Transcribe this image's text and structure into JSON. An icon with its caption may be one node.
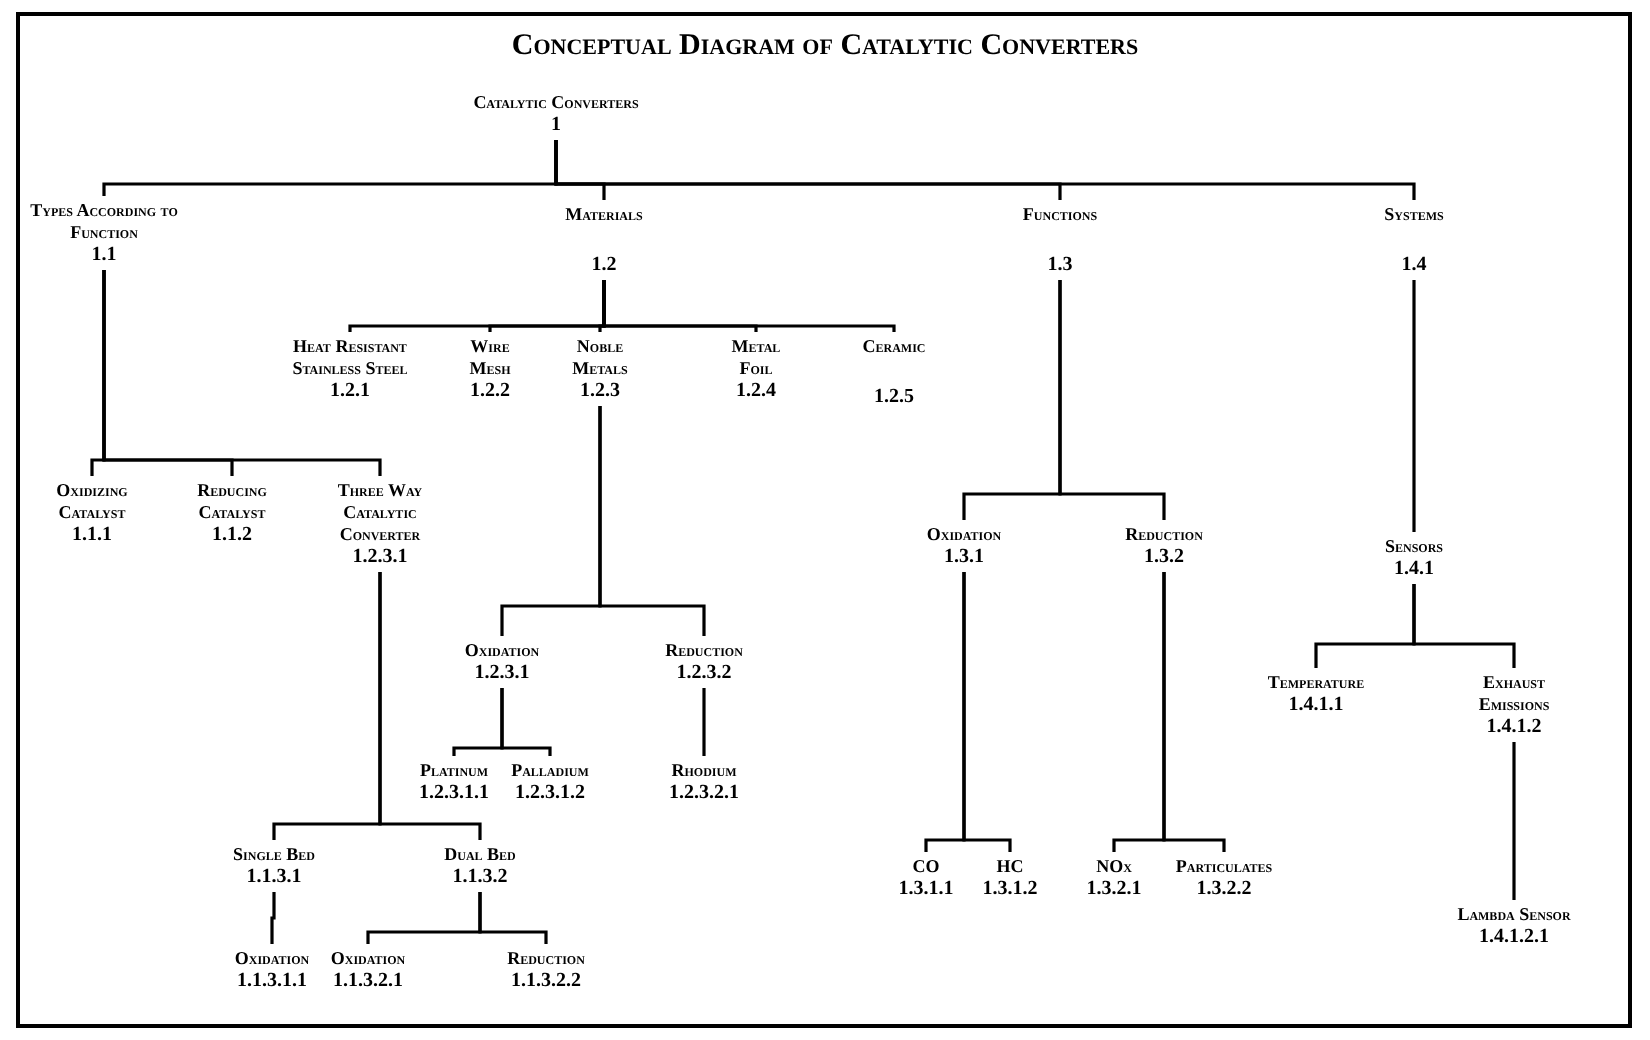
{
  "diagram": {
    "title": "Conceptual Diagram of Catalytic Converters",
    "nodes": [
      {
        "text": [
          "Catalytic Converters",
          "1"
        ]
      },
      {
        "text": [
          "Types According to Function",
          "1.1"
        ]
      },
      {
        "text": [
          "Materials",
          "1.2"
        ]
      },
      {
        "text": [
          "Functions",
          "1.3"
        ]
      },
      {
        "text": [
          "Systems",
          "1.4"
        ]
      },
      {
        "text": [
          "Heat Resistant Stainless Steel",
          "1.2.1"
        ]
      },
      {
        "text": [
          "Wire Mesh",
          "1.2.2"
        ]
      },
      {
        "text": [
          "Noble Metals",
          "1.2.3"
        ]
      },
      {
        "text": [
          "Metal Foil",
          "1.2.4"
        ]
      },
      {
        "text": [
          "Ceramic",
          "1.2.5"
        ]
      },
      {
        "text": [
          "Oxidizing Catalyst",
          "1.1.1"
        ]
      },
      {
        "text": [
          "Reducing Catalyst",
          "1.1.2"
        ]
      },
      {
        "text": [
          "Three Way Catalytic Converter",
          "1.2.3.1"
        ]
      },
      {
        "text": [
          "Oxidation",
          "1.2.3.1"
        ]
      },
      {
        "text": [
          "Reduction",
          "1.2.3.2"
        ]
      },
      {
        "text": [
          "Oxidation",
          "1.3.1"
        ]
      },
      {
        "text": [
          "Reduction",
          "1.3.2"
        ]
      },
      {
        "text": [
          "Sensors",
          "1.4.1"
        ]
      },
      {
        "text": [
          "Temperature",
          "1.4.1.1"
        ]
      },
      {
        "text": [
          "Exhaust Emissions",
          "1.4.1.2"
        ]
      },
      {
        "text": [
          "Platinum",
          "1.2.3.1.1"
        ]
      },
      {
        "text": [
          "Palladium",
          "1.2.3.1.2"
        ]
      },
      {
        "text": [
          "Rhodium",
          "1.2.3.2.1"
        ]
      },
      {
        "text": [
          "Single Bed",
          "1.1.3.1"
        ]
      },
      {
        "text": [
          "Dual Bed",
          "1.1.3.2"
        ]
      },
      {
        "text": [
          "CO",
          "1.3.1.1"
        ]
      },
      {
        "text": [
          "HC",
          "1.3.1.2"
        ]
      },
      {
        "text": [
          "NOx",
          "1.3.2.1"
        ]
      },
      {
        "text": [
          "Particulates",
          "1.3.2.2"
        ]
      },
      {
        "text": [
          "Lambda Sensor",
          "1.4.1.2.1"
        ]
      },
      {
        "text": [
          "Oxidation",
          "1.1.3.1.1"
        ]
      },
      {
        "text": [
          "Oxidation",
          "1.1.3.2.1"
        ]
      },
      {
        "text": [
          "Reduction",
          "1.1.3.2.2"
        ]
      }
    ],
    "edges": [
      {
        "from": 0,
        "to": 1,
        "arrow": "none"
      },
      {
        "from": 0,
        "to": 2,
        "arrow": "none"
      },
      {
        "from": 0,
        "to": 3,
        "arrow": "none"
      },
      {
        "from": 0,
        "to": 4,
        "arrow": "none"
      },
      {
        "from": 2,
        "to": 5,
        "arrow": "none"
      },
      {
        "from": 2,
        "to": 6,
        "arrow": "none"
      },
      {
        "from": 2,
        "to": 7,
        "arrow": "none"
      },
      {
        "from": 2,
        "to": 8,
        "arrow": "none"
      },
      {
        "from": 2,
        "to": 9,
        "arrow": "none"
      },
      {
        "from": 1,
        "to": 10,
        "arrow": "none"
      },
      {
        "from": 1,
        "to": 11,
        "arrow": "none"
      },
      {
        "from": 1,
        "to": 12,
        "arrow": "none"
      },
      {
        "from": 7,
        "to": 13,
        "arrow": "none"
      },
      {
        "from": 7,
        "to": 14,
        "arrow": "none"
      },
      {
        "from": 3,
        "to": 15,
        "arrow": "none"
      },
      {
        "from": 3,
        "to": 16,
        "arrow": "none"
      },
      {
        "from": 4,
        "to": 17,
        "arrow": "none"
      },
      {
        "from": 17,
        "to": 18,
        "arrow": "none"
      },
      {
        "from": 17,
        "to": 19,
        "arrow": "none"
      },
      {
        "from": 13,
        "to": 20,
        "arrow": "none"
      },
      {
        "from": 13,
        "to": 21,
        "arrow": "none"
      },
      {
        "from": 14,
        "to": 22,
        "arrow": "none"
      },
      {
        "from": 12,
        "to": 23,
        "arrow": "none"
      },
      {
        "from": 12,
        "to": 24,
        "arrow": "none"
      },
      {
        "from": 15,
        "to": 25,
        "arrow": "none"
      },
      {
        "from": 15,
        "to": 26,
        "arrow": "none"
      },
      {
        "from": 16,
        "to": 27,
        "arrow": "none"
      },
      {
        "from": 16,
        "to": 28,
        "arrow": "none"
      },
      {
        "from": 19,
        "to": 29,
        "arrow": "none"
      },
      {
        "from": 23,
        "to": 30,
        "arrow": "none"
      },
      {
        "from": 24,
        "to": 31,
        "arrow": "none"
      },
      {
        "from": 24,
        "to": 32,
        "arrow": "none"
      }
    ]
  }
}
